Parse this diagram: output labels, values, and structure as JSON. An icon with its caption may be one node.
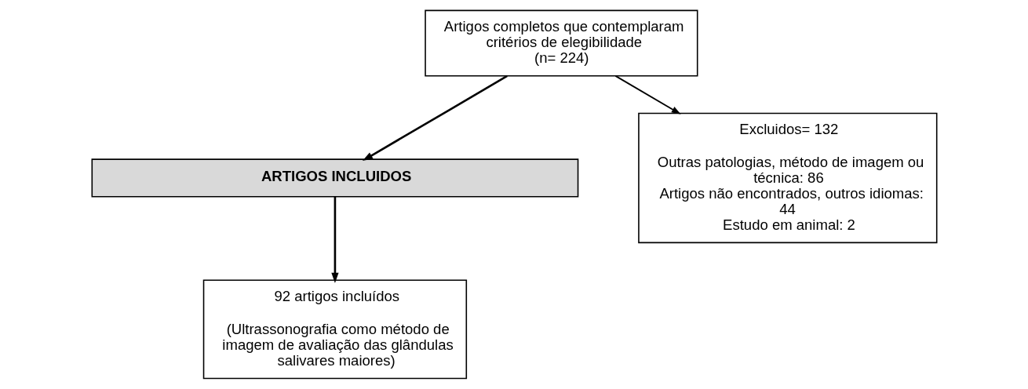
{
  "diagram": {
    "nodes": [
      {
        "text": [
          "Artigos completos que contemplaram critérios de elegibilidade",
          "(n= 224)"
        ]
      },
      {
        "text": [
          "ARTIGOS INCLUIDOS"
        ]
      },
      {
        "text": [
          "92 artigos incluídos",
          "(Ultrassonografia como método de imagem de avaliação das glândulas salivares maiores)"
        ]
      },
      {
        "text": [
          "Excluidos= 132",
          "Outras patologias, método de imagem ou técnica: 86",
          "Artigos não encontrados, outros idiomas: 44",
          "Estudo em animal: 2"
        ]
      }
    ],
    "edges": [
      {
        "from": 0,
        "to": 1,
        "arrow": "to"
      },
      {
        "from": 1,
        "to": 2,
        "arrow": "to"
      },
      {
        "from": 0,
        "to": 3,
        "arrow": "to"
      }
    ]
  }
}
